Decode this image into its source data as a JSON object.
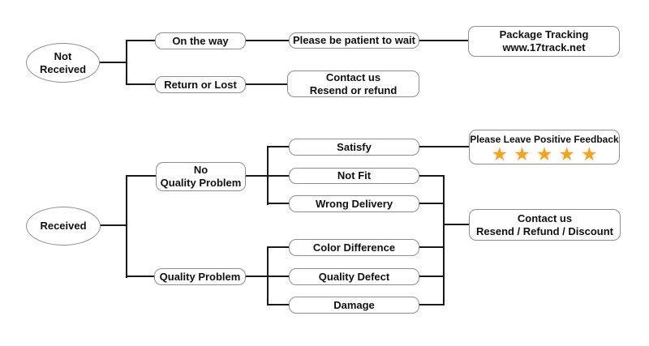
{
  "colors": {
    "connector": "#1a1a1a",
    "box_border": "#8f8f8f",
    "text": "#111111",
    "star": "#F7A219",
    "background": "#ffffff"
  },
  "icons": {
    "star": "★"
  },
  "nodes": {
    "not_received": {
      "line1": "Not",
      "line2": "Received"
    },
    "received": {
      "label": "Received"
    },
    "on_the_way": {
      "label": "On the way"
    },
    "return_or_lost": {
      "label": "Return or Lost"
    },
    "be_patient": {
      "label": "Please be patient to wait"
    },
    "package_tracking": {
      "line1": "Package Tracking",
      "line2": "www.17track.net"
    },
    "contact_not_received": {
      "line1": "Contact us",
      "line2": "Resend or refund"
    },
    "no_quality_problem": {
      "line1": "No",
      "line2": "Quality Problem"
    },
    "satisfy": {
      "label": "Satisfy"
    },
    "not_fit": {
      "label": "Not Fit"
    },
    "wrong_delivery": {
      "label": "Wrong Delivery"
    },
    "positive_feedback": {
      "label": "Please Leave Positive Feedback",
      "star_count": 5
    },
    "quality_problem": {
      "label": "Quality Problem"
    },
    "color_difference": {
      "label": "Color Difference"
    },
    "quality_defect": {
      "label": "Quality Defect"
    },
    "damage": {
      "label": "Damage"
    },
    "contact_received": {
      "line1": "Contact us",
      "line2": "Resend / Refund / Discount"
    }
  }
}
